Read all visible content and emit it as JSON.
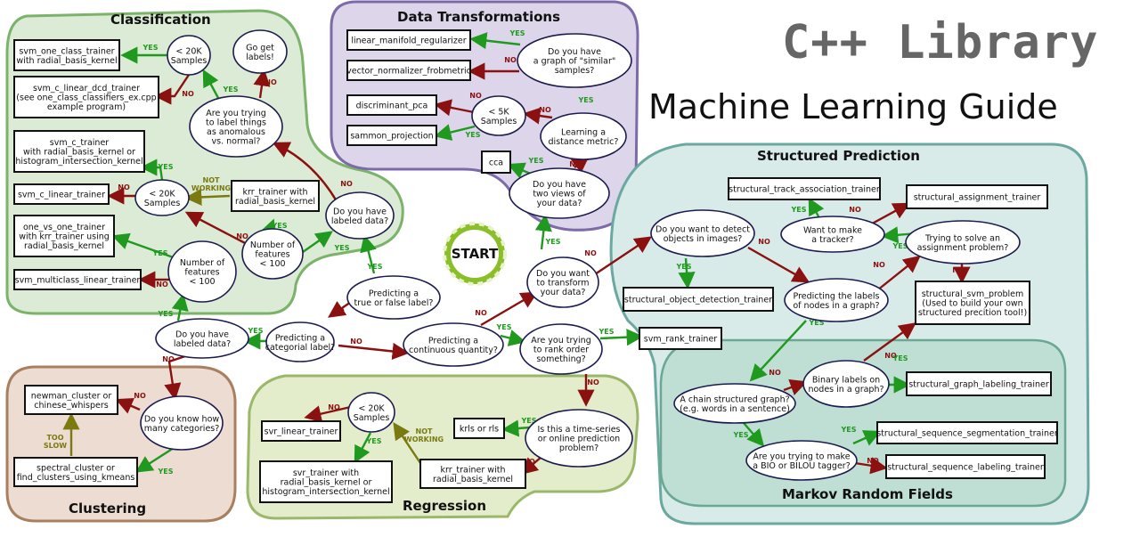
{
  "header": {
    "title": "C++ Library",
    "subtitle": "Machine Learning Guide"
  },
  "colors": {
    "yes": "#1f9a1f",
    "no": "#8b1010",
    "neutral": "#7a7a10"
  },
  "regions": [
    {
      "id": "classification",
      "title": "Classification",
      "fill": "#dcebd5",
      "stroke": "#7bb36a"
    },
    {
      "id": "data_transformations",
      "title": "Data Transformations",
      "fill": "#ddd6ea",
      "stroke": "#7d6aa8"
    },
    {
      "id": "structured_prediction",
      "title": "Structured Prediction",
      "fill": "#d8ebe9",
      "stroke": "#6aa8a0"
    },
    {
      "id": "markov_random_fields",
      "title": "Markov Random Fields",
      "fill": "#bfdfd4",
      "stroke": "#6aa893"
    },
    {
      "id": "clustering",
      "title": "Clustering",
      "fill": "#ecdcd1",
      "stroke": "#a88060"
    },
    {
      "id": "regression",
      "title": "Regression",
      "fill": "#e3edcc",
      "stroke": "#9bb86a"
    }
  ],
  "start_label": "START",
  "boxes": [
    {
      "id": "b1",
      "lines": [
        "svm_one_class_trainer",
        "with radial_basis_kernel"
      ]
    },
    {
      "id": "b2",
      "lines": [
        "svm_c_linear_dcd_trainer",
        "(see one_class_classifiers_ex.cpp",
        "example program)"
      ]
    },
    {
      "id": "b3",
      "lines": [
        "svm_c_trainer",
        "with radial_basis_kernel or",
        "histogram_intersection_kernel"
      ]
    },
    {
      "id": "b4",
      "lines": [
        "svm_c_linear_trainer"
      ]
    },
    {
      "id": "b5",
      "lines": [
        "krr_trainer with",
        "radial_basis_kernel"
      ]
    },
    {
      "id": "b6",
      "lines": [
        "one_vs_one_trainer",
        "with krr_trainer using",
        "radial_basis_kernel"
      ]
    },
    {
      "id": "b7",
      "lines": [
        "svm_multiclass_linear_trainer"
      ]
    },
    {
      "id": "b8",
      "lines": [
        "linear_manifold_regularizer"
      ]
    },
    {
      "id": "b9",
      "lines": [
        "vector_normalizer_frobmetric"
      ]
    },
    {
      "id": "b10",
      "lines": [
        "discriminant_pca"
      ]
    },
    {
      "id": "b11",
      "lines": [
        "sammon_projection"
      ]
    },
    {
      "id": "b12",
      "lines": [
        "cca"
      ]
    },
    {
      "id": "b13",
      "lines": [
        "newman_cluster or",
        "chinese_whispers"
      ]
    },
    {
      "id": "b14",
      "lines": [
        "spectral_cluster or",
        "find_clusters_using_kmeans"
      ]
    },
    {
      "id": "b15",
      "lines": [
        "svr_linear_trainer"
      ]
    },
    {
      "id": "b16",
      "lines": [
        "svr_trainer with",
        "radial_basis_kernel or",
        "histogram_intersection_kernel"
      ]
    },
    {
      "id": "b17",
      "lines": [
        "krls or rls"
      ]
    },
    {
      "id": "b18",
      "lines": [
        "krr_trainer with",
        "radial_basis_kernel"
      ]
    },
    {
      "id": "b19",
      "lines": [
        "svm_rank_trainer"
      ]
    },
    {
      "id": "b20",
      "lines": [
        "structural_track_association_trainer"
      ]
    },
    {
      "id": "b21",
      "lines": [
        "structural_assignment_trainer"
      ]
    },
    {
      "id": "b22",
      "lines": [
        "structural_object_detection_trainer"
      ]
    },
    {
      "id": "b23",
      "lines": [
        "structural_svm_problem",
        "(Used to build your own",
        "structured precition tool!)"
      ]
    },
    {
      "id": "b24",
      "lines": [
        "structural_graph_labeling_trainer"
      ]
    },
    {
      "id": "b25",
      "lines": [
        "structural_sequence_segmentation_trainer"
      ]
    },
    {
      "id": "b26",
      "lines": [
        "structural_sequence_labeling_trainer"
      ]
    }
  ],
  "nodes": [
    {
      "id": "n1",
      "lines": [
        "< 20K",
        "Samples"
      ]
    },
    {
      "id": "n2",
      "lines": [
        "Go get",
        "labels!"
      ]
    },
    {
      "id": "n3",
      "lines": [
        "Are you trying",
        "to label things",
        "as anomalous",
        "vs. normal?"
      ]
    },
    {
      "id": "n4",
      "lines": [
        "< 20K",
        "Samples"
      ]
    },
    {
      "id": "n5",
      "lines": [
        "Do you have",
        "labeled data?"
      ]
    },
    {
      "id": "n6",
      "lines": [
        "Number of",
        "features",
        "< 100"
      ]
    },
    {
      "id": "n7",
      "lines": [
        "Number of",
        "features",
        "< 100"
      ]
    },
    {
      "id": "n8",
      "lines": [
        "Do you have",
        "a graph of \"similar\"",
        "samples?"
      ]
    },
    {
      "id": "n9",
      "lines": [
        "< 5K",
        "Samples"
      ]
    },
    {
      "id": "n10",
      "lines": [
        "Learning a",
        "distance metric?"
      ]
    },
    {
      "id": "n11",
      "lines": [
        "Do you have",
        "two views of",
        "your data?"
      ]
    },
    {
      "id": "n12",
      "lines": [
        "Predicting a",
        "true or false label?"
      ]
    },
    {
      "id": "n13",
      "lines": [
        "Do you want",
        "to transform",
        "your data?"
      ]
    },
    {
      "id": "n14",
      "lines": [
        "Do you have",
        "labeled data?"
      ]
    },
    {
      "id": "n15",
      "lines": [
        "Predicting a",
        "categorial label?"
      ]
    },
    {
      "id": "n16",
      "lines": [
        "Predicting a",
        "continuous quantity?"
      ]
    },
    {
      "id": "n17",
      "lines": [
        "Are you trying",
        "to rank order",
        "something?"
      ]
    },
    {
      "id": "n18",
      "lines": [
        "Do you know how",
        "many categories?"
      ]
    },
    {
      "id": "n19",
      "lines": [
        "< 20K",
        "Samples"
      ]
    },
    {
      "id": "n20",
      "lines": [
        "Is this a time-series",
        "or online prediction",
        "problem?"
      ]
    },
    {
      "id": "n21",
      "lines": [
        "Do you want to detect",
        "objects in images?"
      ]
    },
    {
      "id": "n22",
      "lines": [
        "Want to make",
        "a tracker?"
      ]
    },
    {
      "id": "n23",
      "lines": [
        "Trying to solve an",
        "assignment problem?"
      ]
    },
    {
      "id": "n24",
      "lines": [
        "Predicting the labels",
        "of nodes in a graph?"
      ]
    },
    {
      "id": "n25",
      "lines": [
        "Binary labels on",
        "nodes in a graph?"
      ]
    },
    {
      "id": "n26",
      "lines": [
        "A chain structured graph?",
        "(e.g. words in a sentence)"
      ]
    },
    {
      "id": "n27",
      "lines": [
        "Are you trying to make",
        "a BIO or BILOU tagger?"
      ]
    }
  ],
  "edge_labels": {
    "yes": "YES",
    "no": "NO",
    "not_working": [
      "NOT",
      "WORKING"
    ],
    "too_slow": [
      "TOO",
      "SLOW"
    ]
  }
}
